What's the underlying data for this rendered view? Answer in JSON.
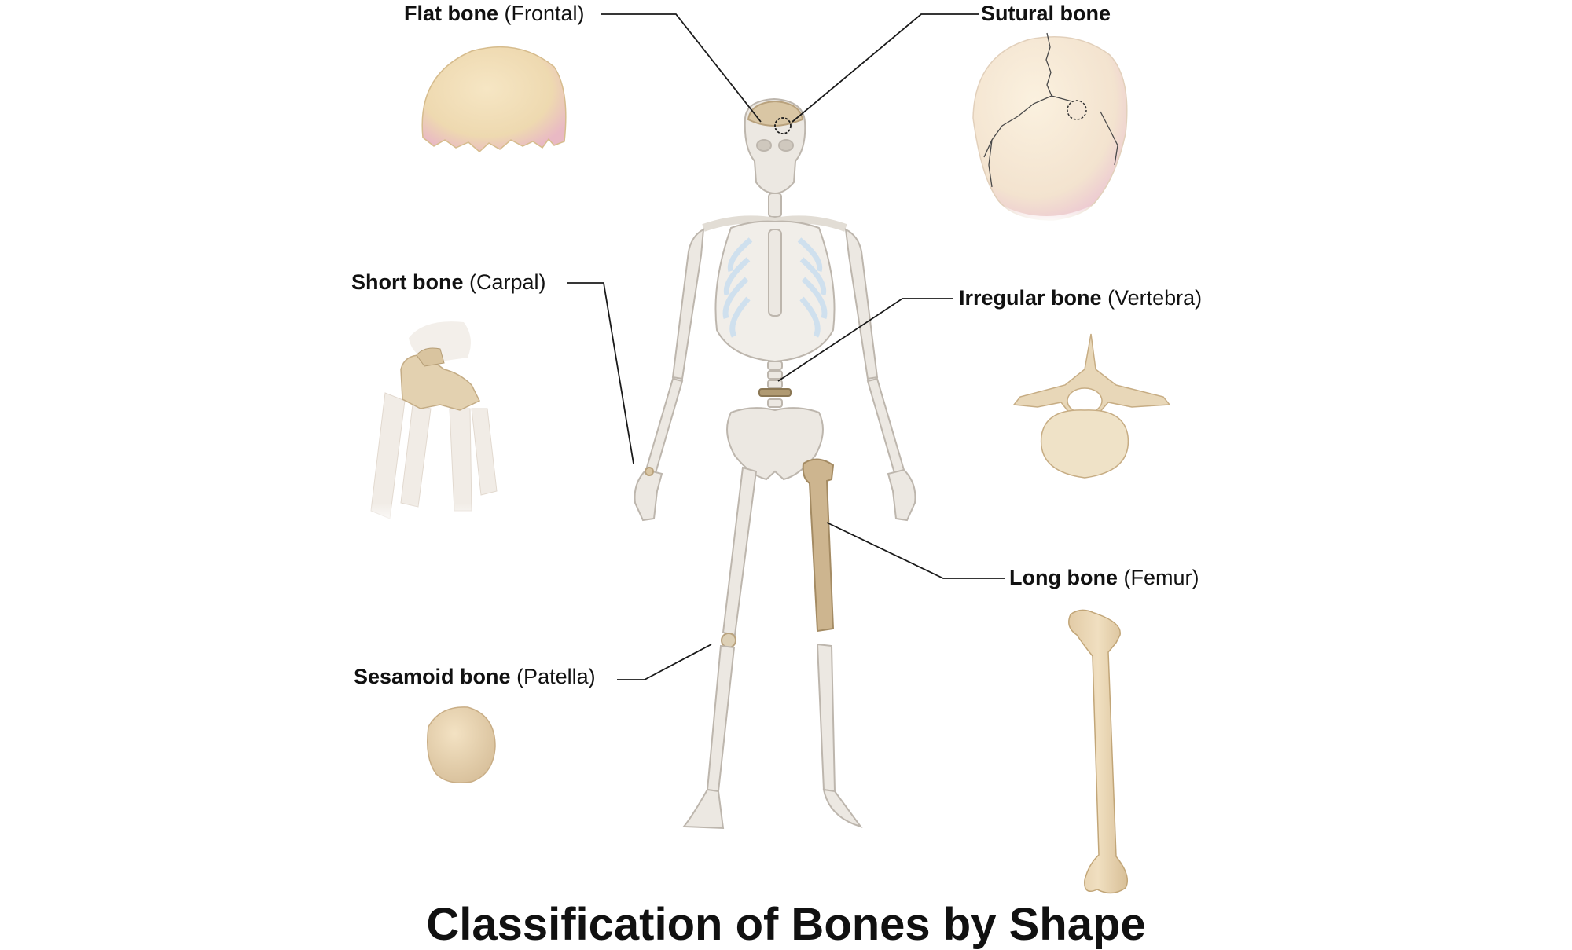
{
  "title": "Classification of Bones by Shape",
  "labels": {
    "flat": {
      "name": "Flat bone",
      "example": "(Frontal)"
    },
    "sutural": {
      "name": "Sutural bone",
      "example": ""
    },
    "short": {
      "name": "Short bone",
      "example": "(Carpal)"
    },
    "irregular": {
      "name": "Irregular bone",
      "example": "(Vertebra)"
    },
    "long": {
      "name": "Long bone",
      "example": "(Femur)"
    },
    "sesamoid": {
      "name": "Sesamoid bone",
      "example": "(Patella)"
    }
  },
  "colors": {
    "skeleton": "#ece8e2",
    "skeleton_outline": "#bdb6ad",
    "highlight_bone": "#d9c6a4",
    "specimen_bone": "#eedcb6",
    "cartilage": "#cfe0ee",
    "leader_line": "#1a1a1a"
  }
}
